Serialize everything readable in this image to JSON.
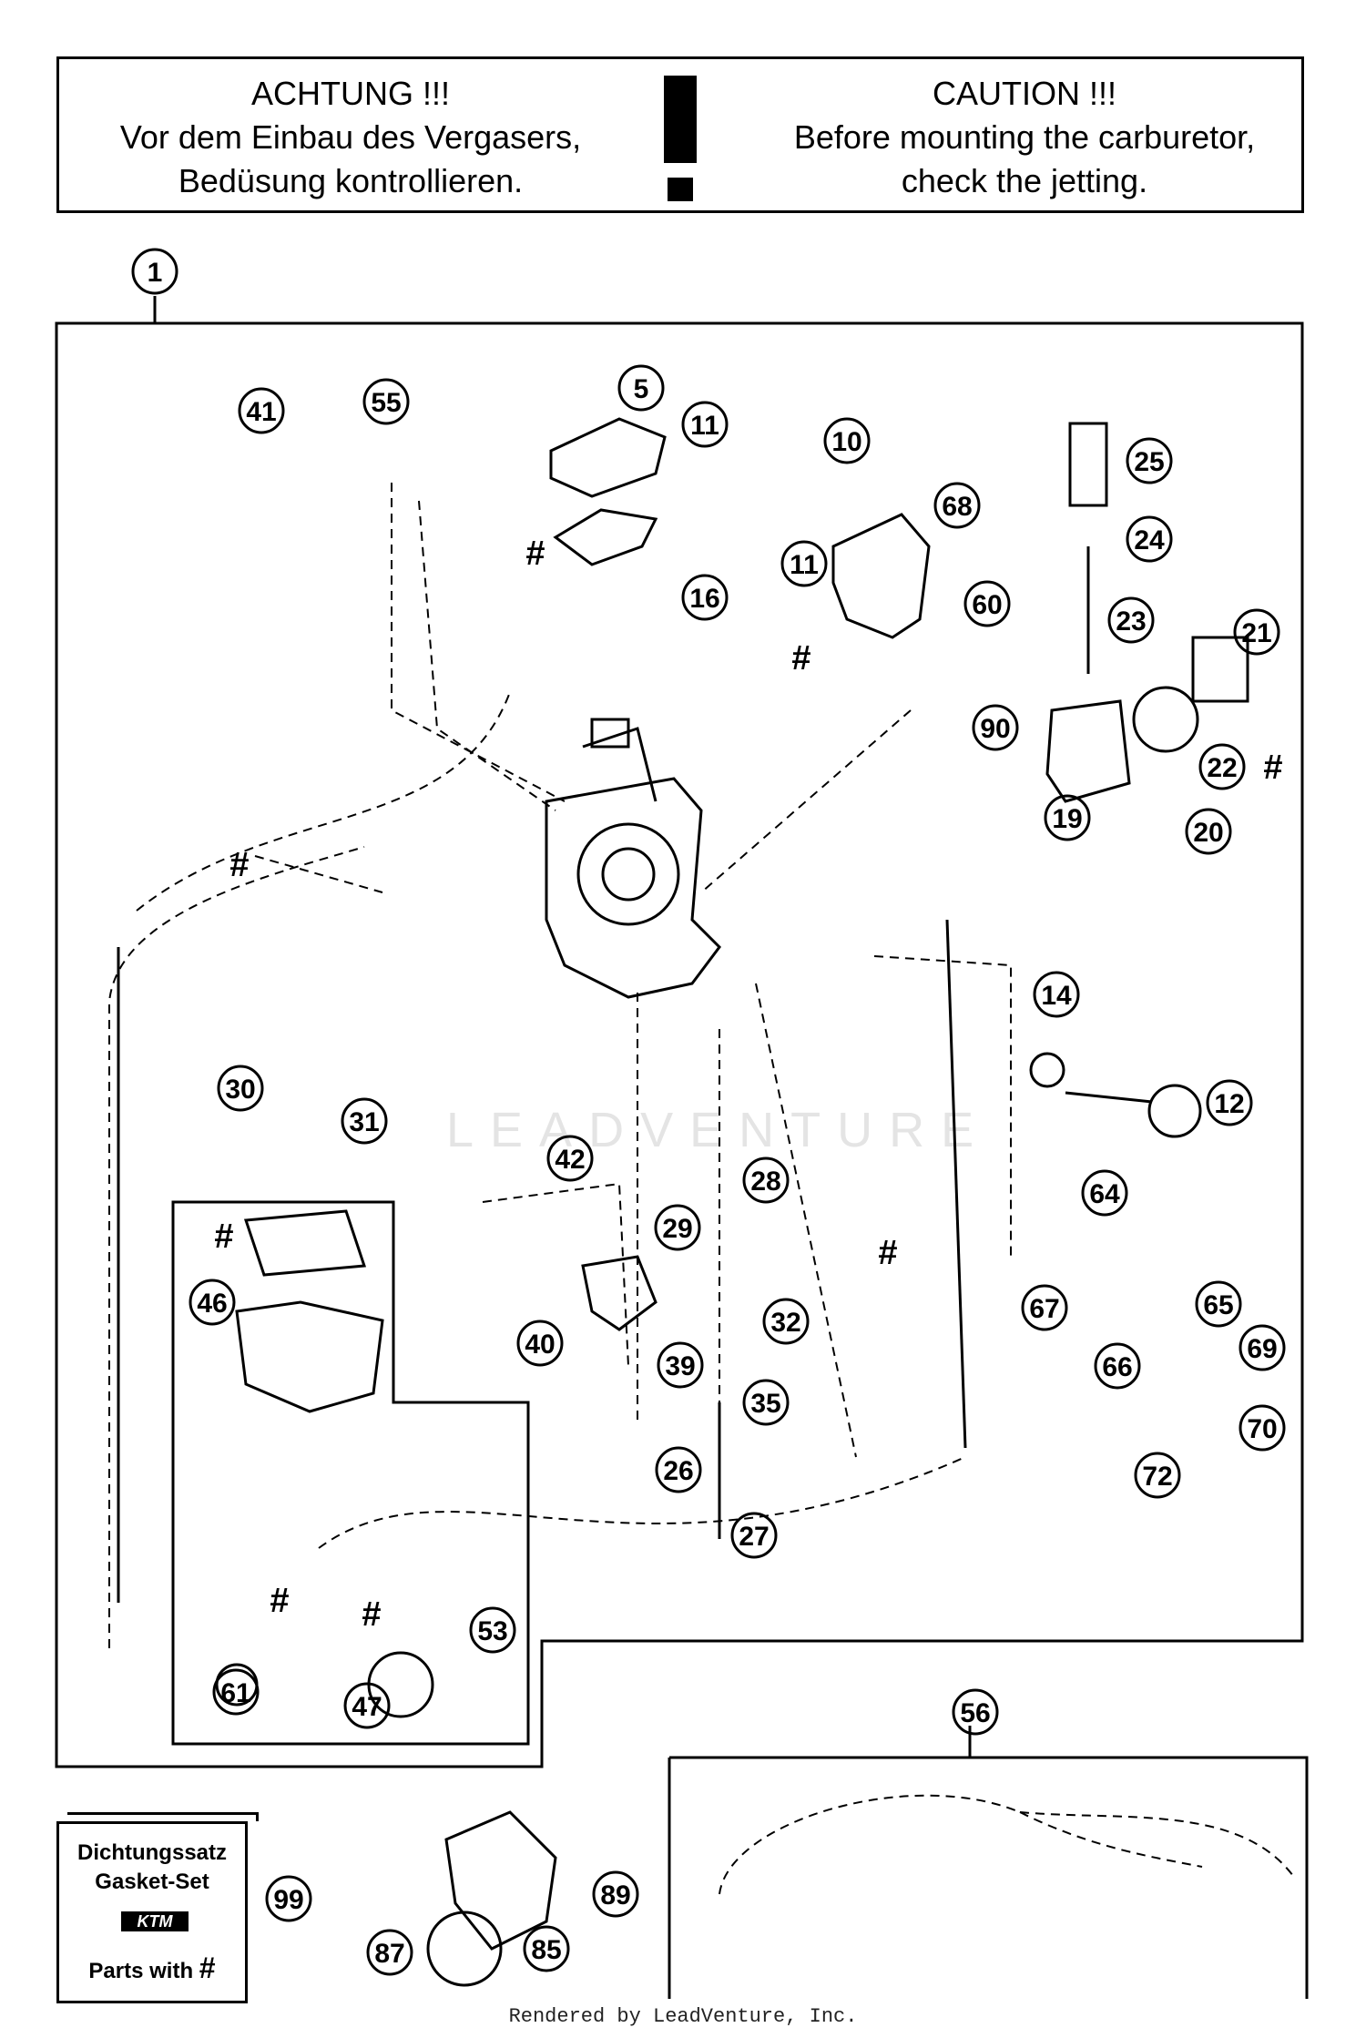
{
  "caution": {
    "de_title": "ACHTUNG !!!",
    "de_line1": "Vor dem Einbau des Vergasers,",
    "de_line2": "Bedüsung kontrollieren.",
    "en_title": "CAUTION !!!",
    "en_line1": "Before mounting the carburetor,",
    "en_line2": "check the jetting."
  },
  "assembly_label": "1",
  "callouts": [
    "41",
    "55",
    "5",
    "11",
    "10",
    "68",
    "60",
    "25",
    "24",
    "23",
    "21",
    "22",
    "20",
    "19",
    "16",
    "90",
    "14",
    "12",
    "30",
    "31",
    "42",
    "28",
    "29",
    "64",
    "67",
    "65",
    "66",
    "69",
    "70",
    "72",
    "46",
    "40",
    "39",
    "32",
    "35",
    "26",
    "27",
    "53",
    "61",
    "47",
    "56",
    "99",
    "89",
    "87",
    "85"
  ],
  "hash_mark": "#",
  "gasket_set": {
    "line1": "Dichtungssatz",
    "line2": "Gasket-Set",
    "brand": "KTM",
    "line3": "Parts with"
  },
  "watermark": "LEADVENTURE",
  "credit": "Rendered by LeadVenture, Inc."
}
